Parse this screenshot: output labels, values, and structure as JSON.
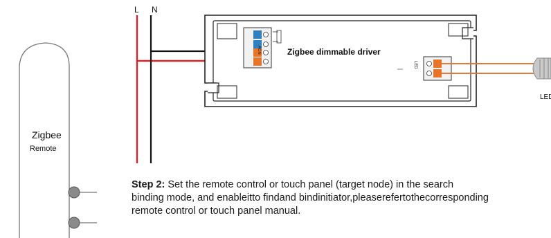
{
  "wire_labels": {
    "live": "L",
    "neutral": "N"
  },
  "driver": {
    "title": "Zigbee dimmable driver",
    "input_terminal_mark": "ACN",
    "output_terminal_mark": "LED"
  },
  "lamp_label": "LED",
  "remote": {
    "title": "Zigbee",
    "subtitle": "Remote"
  },
  "instruction": {
    "step_label": "Step 2:",
    "line1": " Set the remote control or touch panel (target node) in the search",
    "line2": "binding mode, and enableitto findand bindinitiator,pleaserefertothecorresponding",
    "line3": "remote control or touch panel manual."
  },
  "colors": {
    "live_wire": "#d8232a",
    "neutral_wire": "#111111",
    "terminal_orange": "#e8742a",
    "terminal_blue": "#2f7fc1",
    "led_output_wire": "#e07a3a"
  }
}
